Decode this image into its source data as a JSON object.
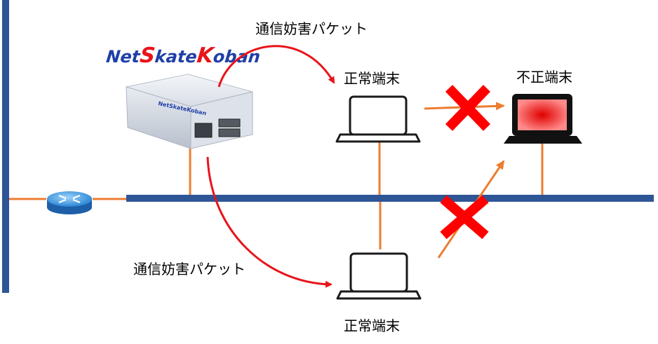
{
  "logo": {
    "text_net": "Net",
    "text_s": "S",
    "text_kate": "kate",
    "text_k": "K",
    "text_oban": "oban",
    "box_print": "NetSkateKoban"
  },
  "labels": {
    "packet_top": "通信妨害パケット",
    "packet_bottom": "通信妨害パケット",
    "normal_top": "正常端末",
    "normal_bottom": "正常端末",
    "rogue": "不正端末"
  },
  "colors": {
    "bus": "#2E5596",
    "link": "#ED7D31",
    "attack": "#E8141A",
    "cross": "#FF0000",
    "logo_blue": "#1F3FA8",
    "logo_red": "#E8141A",
    "router": "#3E9BE0"
  }
}
